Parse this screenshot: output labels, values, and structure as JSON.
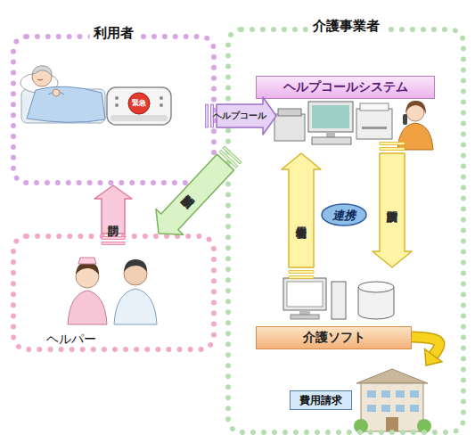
{
  "diagram": {
    "nodes": [
      {
        "text": [
          "利用者"
        ]
      },
      {
        "text": [
          "介護事業者"
        ]
      },
      {
        "text": [
          "ヘルプコールシステム"
        ],
        "in": 1
      },
      {
        "text": [
          "介護ソフト"
        ],
        "in": 1
      },
      {
        "text": [
          "ヘルパー"
        ]
      },
      {
        "text": [
          "費用請求"
        ],
        "in": 1
      }
    ],
    "edges": [
      {
        "from": 0,
        "to": 2,
        "label": "ヘルプコール",
        "arrow": "to"
      },
      {
        "from": 1,
        "to": 4,
        "label": "訪問依頼",
        "arrow": "to"
      },
      {
        "from": 4,
        "to": 0,
        "label": "訪問",
        "arrow": "to"
      },
      {
        "from": 3,
        "to": 2,
        "label": "利用者情報",
        "arrow": "to"
      },
      {
        "from": 2,
        "to": 3,
        "label": "訪問実績",
        "arrow": "to"
      },
      {
        "from": 3,
        "to": 5,
        "arrow": "to"
      }
    ],
    "labels": [
      "連携",
      "緊急"
    ]
  }
}
